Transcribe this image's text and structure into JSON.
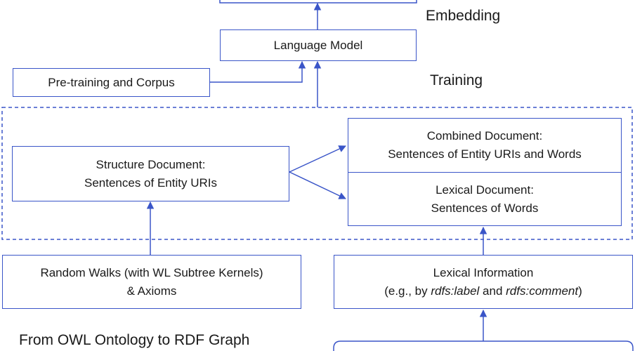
{
  "labels": {
    "embedding": "Embedding",
    "training": "Training",
    "from_owl": "From OWL Ontology to RDF Graph"
  },
  "boxes": {
    "language_model": "Language Model",
    "pretraining": "Pre-training and Corpus",
    "structure_doc": {
      "line1": "Structure Document:",
      "line2": "Sentences of Entity URIs"
    },
    "combined_doc": {
      "line1": "Combined Document:",
      "line2": "Sentences of Entity URIs and Words"
    },
    "lexical_doc": {
      "line1": "Lexical Document:",
      "line2": "Sentences of Words"
    },
    "random_walks": {
      "line1": "Random Walks (with WL Subtree Kernels)",
      "line2": "& Axioms"
    },
    "lexical_info": {
      "line1": "Lexical Information",
      "line2_a": "(e.g., by ",
      "line2_b": "rdfs:label",
      "line2_c": " and ",
      "line2_d": "rdfs:comment",
      "line2_e": ")"
    }
  },
  "colors": {
    "stroke": "#3a55c8",
    "text": "#1a1a1a"
  }
}
